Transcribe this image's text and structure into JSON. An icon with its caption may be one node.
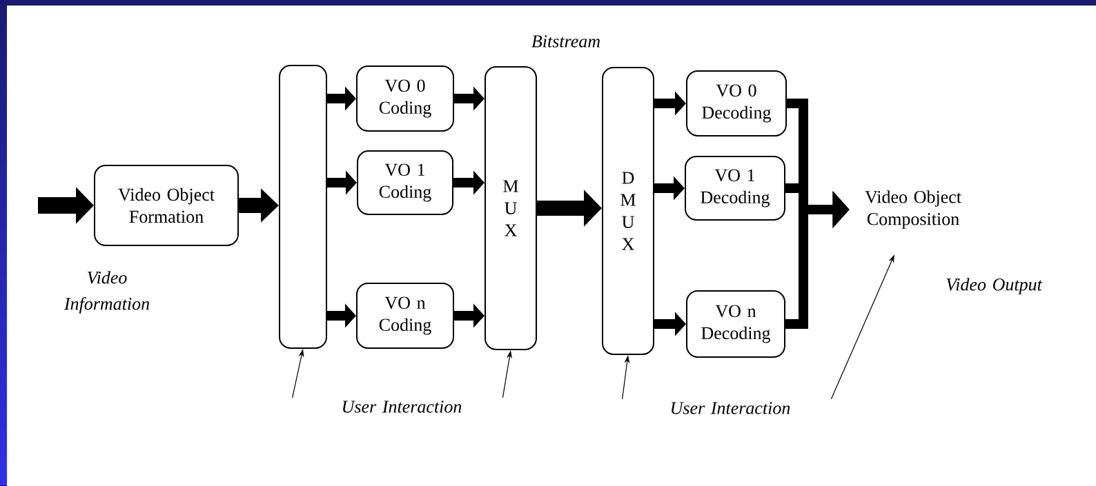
{
  "diagram": {
    "nodes": [
      {
        "text": [
          "Video Object Formation"
        ]
      },
      {
        "text": [],
        "shape": "box"
      },
      {
        "text": [
          "VO 0 Coding"
        ]
      },
      {
        "text": [
          "VO 1 Coding"
        ]
      },
      {
        "text": [
          "VO n Coding"
        ]
      },
      {
        "text": [
          "M U X"
        ]
      },
      {
        "text": [
          "D M U X"
        ]
      },
      {
        "text": [
          "VO 0 Decoding"
        ]
      },
      {
        "text": [
          "VO 1 Decoding"
        ]
      },
      {
        "text": [
          "VO n Decoding"
        ]
      },
      {
        "text": [
          "Video Object Composition"
        ]
      },
      {
        "text": [
          "User Interaction"
        ]
      },
      {
        "text": [
          "User Interaction"
        ]
      }
    ],
    "edges": [
      {
        "from": null,
        "to": 0,
        "arrow": "to"
      },
      {
        "from": 0,
        "to": 1,
        "arrow": "to"
      },
      {
        "from": 1,
        "to": 2,
        "arrow": "to"
      },
      {
        "from": 1,
        "to": 3,
        "arrow": "to"
      },
      {
        "from": 1,
        "to": 4,
        "arrow": "to"
      },
      {
        "from": 2,
        "to": 5,
        "arrow": "to"
      },
      {
        "from": 3,
        "to": 5,
        "arrow": "to"
      },
      {
        "from": 4,
        "to": 5,
        "arrow": "to"
      },
      {
        "from": 5,
        "to": 6,
        "arrow": "to"
      },
      {
        "from": 6,
        "to": 7,
        "arrow": "to"
      },
      {
        "from": 6,
        "to": 8,
        "arrow": "to"
      },
      {
        "from": 6,
        "to": 9,
        "arrow": "to"
      },
      {
        "from": 7,
        "to": 10,
        "arrow": "to"
      },
      {
        "from": 8,
        "to": 10,
        "arrow": "to"
      },
      {
        "from": 9,
        "to": 10,
        "arrow": "to"
      },
      {
        "from": 11,
        "to": 1,
        "arrow": "to"
      },
      {
        "from": 11,
        "to": 5,
        "arrow": "to"
      },
      {
        "from": 12,
        "to": 6,
        "arrow": "to"
      },
      {
        "from": 12,
        "to": 10,
        "arrow": "to"
      }
    ],
    "labels": [
      "Bitstream",
      "Video Information",
      "Video Output"
    ]
  }
}
